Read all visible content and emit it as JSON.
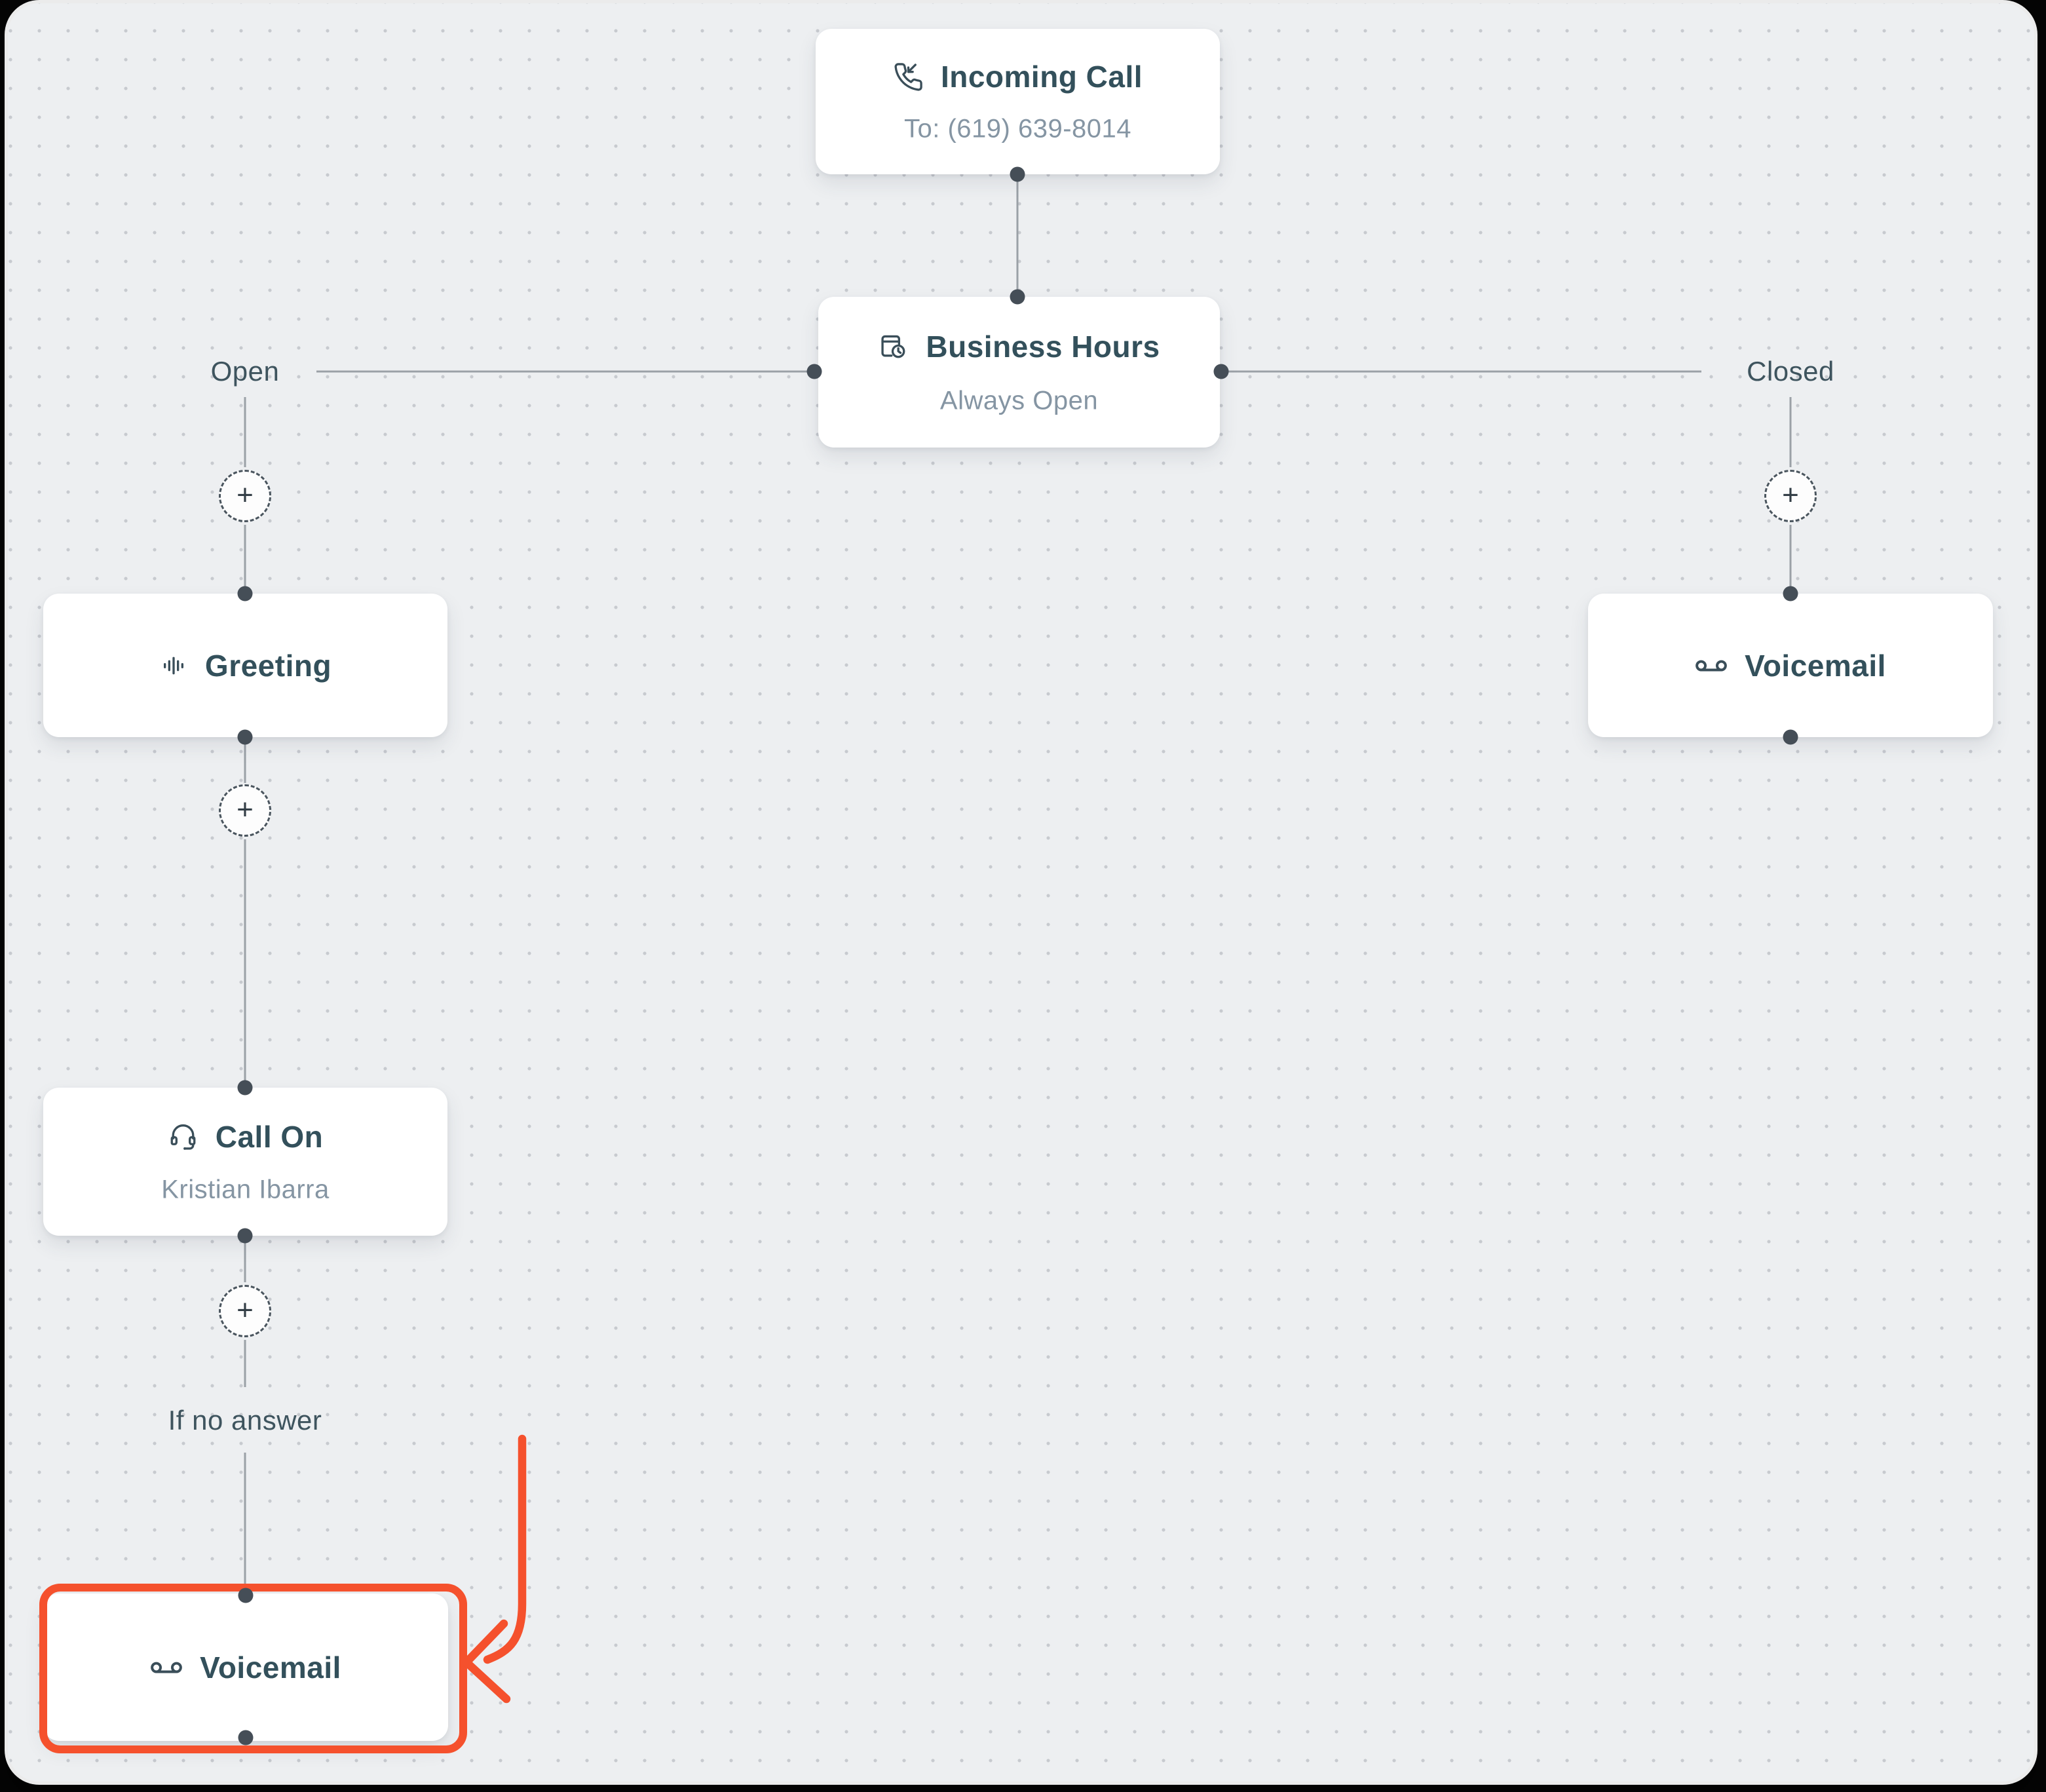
{
  "canvas": {
    "background": "#EDEFF1",
    "dot_color": "#C7CACF",
    "frame_outside": "#050505"
  },
  "colors": {
    "node_title": "#33505B",
    "node_subtitle": "#8595A3",
    "edge_label": "#3E545E",
    "connector_line": "#9BA1A7",
    "connector_dot": "#454E57",
    "annotation_orange": "#F5512D"
  },
  "nodes": [
    {
      "id": "incoming-call",
      "icon": "incoming-call-icon",
      "title": "Incoming Call",
      "subtitle": "To: (619) 639-8014"
    },
    {
      "id": "business-hours",
      "icon": "calendar-clock-icon",
      "title": "Business Hours",
      "subtitle": "Always Open"
    },
    {
      "id": "greeting",
      "icon": "waveform-icon",
      "title": "Greeting",
      "subtitle": ""
    },
    {
      "id": "voicemail-closed",
      "icon": "voicemail-icon",
      "title": "Voicemail",
      "subtitle": ""
    },
    {
      "id": "call-on",
      "icon": "headset-icon",
      "title": "Call On",
      "subtitle": "Kristian Ibarra"
    },
    {
      "id": "voicemail-no-answer",
      "icon": "voicemail-icon",
      "title": "Voicemail",
      "subtitle": "",
      "highlighted": true
    }
  ],
  "edge_labels": {
    "open": "Open",
    "closed": "Closed",
    "no_answer": "If no answer"
  },
  "add_step_label": "+"
}
